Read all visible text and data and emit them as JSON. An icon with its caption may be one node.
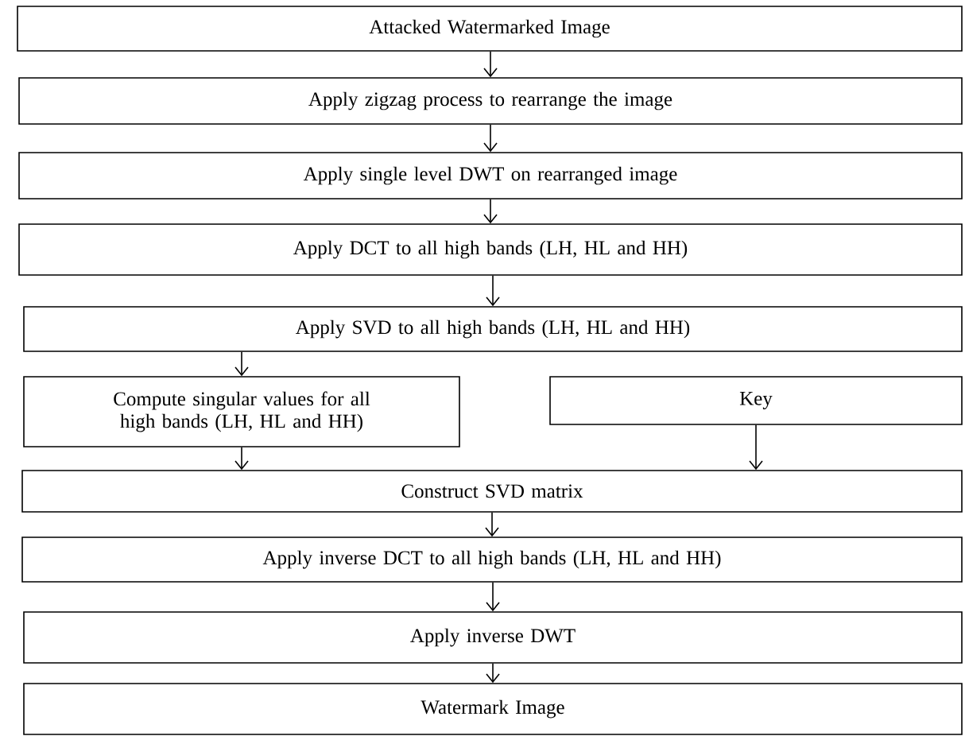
{
  "diagram": {
    "nodes": [
      {
        "text": [
          "Attacked Watermarked Image"
        ]
      },
      {
        "text": [
          "Apply zigzag process to rearrange the image"
        ]
      },
      {
        "text": [
          "Apply single level DWT on rearranged image"
        ]
      },
      {
        "text": [
          "Apply DCT to all high bands (LH, HL and HH)"
        ]
      },
      {
        "text": [
          "Apply SVD to all high bands (LH, HL and HH)"
        ]
      },
      {
        "text": [
          "Compute singular values for all high bands (LH, HL and HH)"
        ]
      },
      {
        "text": [
          "Key"
        ]
      },
      {
        "text": [
          "Construct SVD matrix"
        ]
      },
      {
        "text": [
          "Apply inverse DCT to all high bands (LH, HL and HH)"
        ]
      },
      {
        "text": [
          "Apply inverse DWT"
        ]
      },
      {
        "text": [
          "Watermark Image"
        ]
      }
    ],
    "edges": [
      {
        "from": 0,
        "to": 1,
        "arrow": "to"
      },
      {
        "from": 1,
        "to": 2,
        "arrow": "to"
      },
      {
        "from": 2,
        "to": 3,
        "arrow": "to"
      },
      {
        "from": 3,
        "to": 4,
        "arrow": "to"
      },
      {
        "from": 4,
        "to": 5,
        "arrow": "to"
      },
      {
        "from": 5,
        "to": 7,
        "arrow": "to"
      },
      {
        "from": 6,
        "to": 7,
        "arrow": "to"
      },
      {
        "from": 7,
        "to": 8,
        "arrow": "to"
      },
      {
        "from": 8,
        "to": 9,
        "arrow": "to"
      },
      {
        "from": 9,
        "to": 10,
        "arrow": "to"
      }
    ]
  }
}
